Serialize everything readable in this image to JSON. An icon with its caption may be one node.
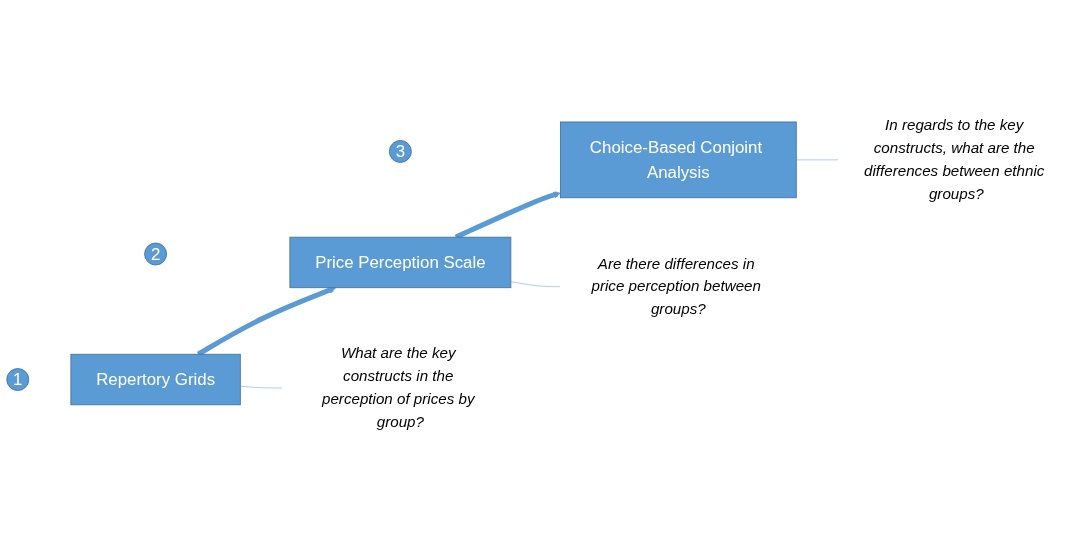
{
  "diagram": {
    "nodes": [
      {
        "text": [
          "1"
        ]
      },
      {
        "text": [
          "2"
        ]
      },
      {
        "text": [
          "3"
        ]
      },
      {
        "text": [
          "Repertory Grids"
        ]
      },
      {
        "text": [
          "Price Perception Scale"
        ]
      },
      {
        "text": [
          "Choice-Based Conjoint Analysis"
        ]
      },
      {
        "text": [
          "What are the key constructs in the perception of prices by group?"
        ]
      },
      {
        "text": [
          "Are there differences in price perception between groups?"
        ]
      },
      {
        "text": [
          "In regards to the key constructs, what are the differences between ethnic groups?"
        ]
      }
    ],
    "edges": [
      {
        "from": 3,
        "to": 4,
        "arrow": "to",
        "style": "thick",
        "color": "#5b9bd5"
      },
      {
        "from": 4,
        "to": 5,
        "arrow": "to",
        "style": "thick",
        "color": "#5b9bd5"
      },
      {
        "from": 3,
        "to": 6,
        "arrow": "none",
        "color": "#9dc3e6"
      },
      {
        "from": 4,
        "to": 7,
        "arrow": "none",
        "color": "#9dc3e6"
      },
      {
        "from": 5,
        "to": 8,
        "arrow": "none",
        "color": "#9dc3e6"
      }
    ]
  }
}
